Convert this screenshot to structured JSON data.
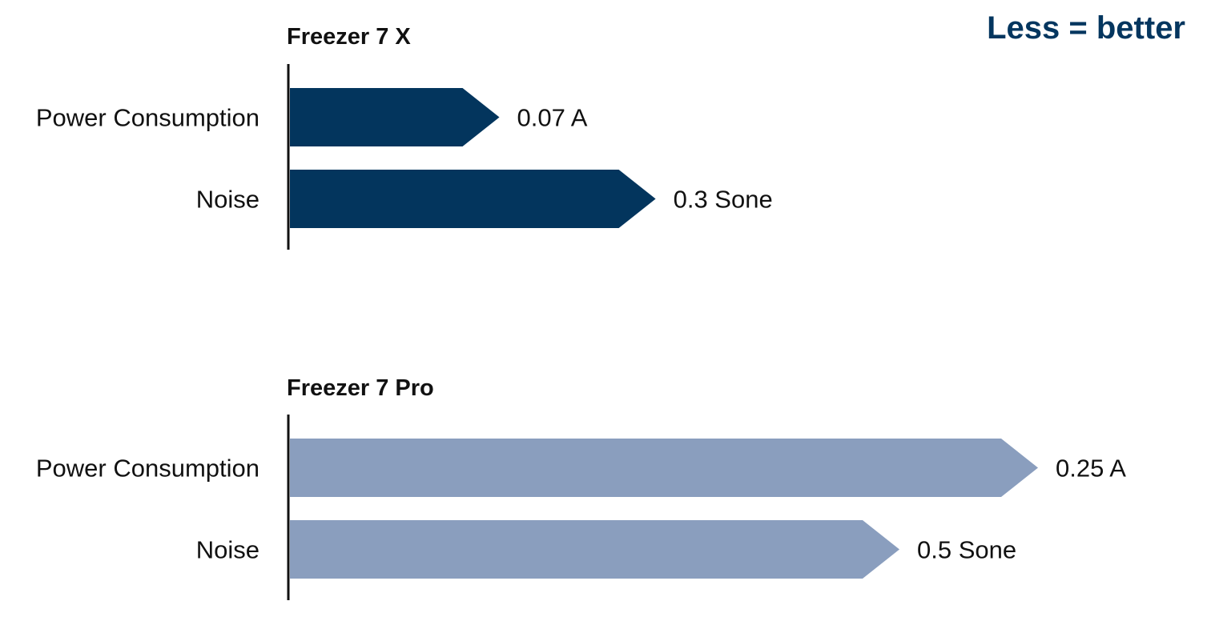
{
  "chart_data": {
    "type": "bar",
    "orientation": "horizontal",
    "note": "Less = better",
    "colors": {
      "Freezer 7 X": "#03355d",
      "Freezer 7 Pro": "#8a9ebe",
      "note": "#04365f"
    },
    "groups": [
      {
        "name": "Freezer 7 X",
        "bars": [
          {
            "category": "Power Consumption",
            "value": 0.07,
            "label": "0.07 A"
          },
          {
            "category": "Noise",
            "value": 0.3,
            "label": "0.3 Sone"
          }
        ]
      },
      {
        "name": "Freezer 7 Pro",
        "bars": [
          {
            "category": "Power Consumption",
            "value": 0.25,
            "label": "0.25 A"
          },
          {
            "category": "Noise",
            "value": 0.5,
            "label": "0.5 Sone"
          }
        ]
      }
    ]
  }
}
